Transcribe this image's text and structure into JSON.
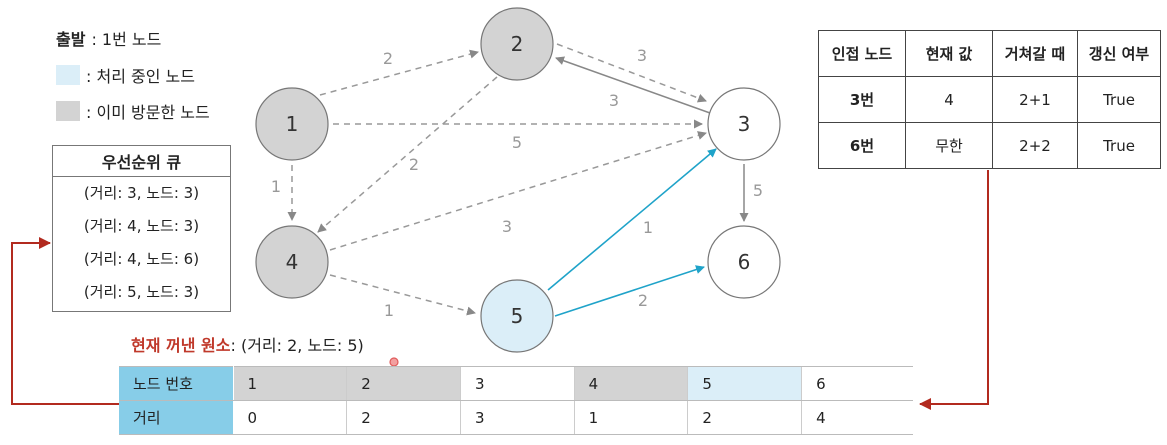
{
  "legend": {
    "start_label": "출발",
    "start_value": ": 1번 노드",
    "processing": ": 처리 중인 노드",
    "visited": ": 이미 방문한 노드"
  },
  "priority_queue": {
    "title": "우선순위 큐",
    "items": [
      "(거리: 3, 노드: 3)",
      "(거리: 4, 노드: 3)",
      "(거리: 4, 노드: 6)",
      "(거리: 5, 노드: 3)"
    ]
  },
  "current": {
    "label": "현재 꺼낸 원소",
    "value": ": (거리: 2, 노드: 5)"
  },
  "adjacency_table": {
    "headers": [
      "인접 노드",
      "현재 값",
      "거쳐갈 때",
      "갱신 여부"
    ],
    "rows": [
      [
        "3번",
        "4",
        "2+1",
        "True"
      ],
      [
        "6번",
        "무한",
        "2+2",
        "True"
      ]
    ]
  },
  "distance_table": {
    "row1_label": "노드 번호",
    "row2_label": "거리",
    "nodes": [
      "1",
      "2",
      "3",
      "4",
      "5",
      "6"
    ],
    "distances": [
      "0",
      "2",
      "3",
      "1",
      "2",
      "4"
    ]
  },
  "graph": {
    "nodes": [
      {
        "id": "1",
        "state": "visited"
      },
      {
        "id": "2",
        "state": "visited"
      },
      {
        "id": "3",
        "state": "unvisited"
      },
      {
        "id": "4",
        "state": "visited"
      },
      {
        "id": "5",
        "state": "processing"
      },
      {
        "id": "6",
        "state": "unvisited"
      }
    ],
    "edges": [
      {
        "from": "1",
        "to": "2",
        "weight": "2"
      },
      {
        "from": "1",
        "to": "3",
        "weight": "5"
      },
      {
        "from": "1",
        "to": "4",
        "weight": "1"
      },
      {
        "from": "2",
        "to": "3",
        "weight": "3"
      },
      {
        "from": "3",
        "to": "2",
        "weight": "3"
      },
      {
        "from": "2",
        "to": "4",
        "weight": "2"
      },
      {
        "from": "4",
        "to": "3",
        "weight": "3"
      },
      {
        "from": "4",
        "to": "5",
        "weight": "1"
      },
      {
        "from": "5",
        "to": "3",
        "weight": "1"
      },
      {
        "from": "5",
        "to": "6",
        "weight": "2"
      },
      {
        "from": "3",
        "to": "6",
        "weight": "5"
      }
    ]
  },
  "colors": {
    "visited": "#d3d3d3",
    "processing": "#dbeef8",
    "active_edge": "#1fa3c9",
    "label_bg": "#87cde8",
    "accent_red": "#c0392b"
  }
}
